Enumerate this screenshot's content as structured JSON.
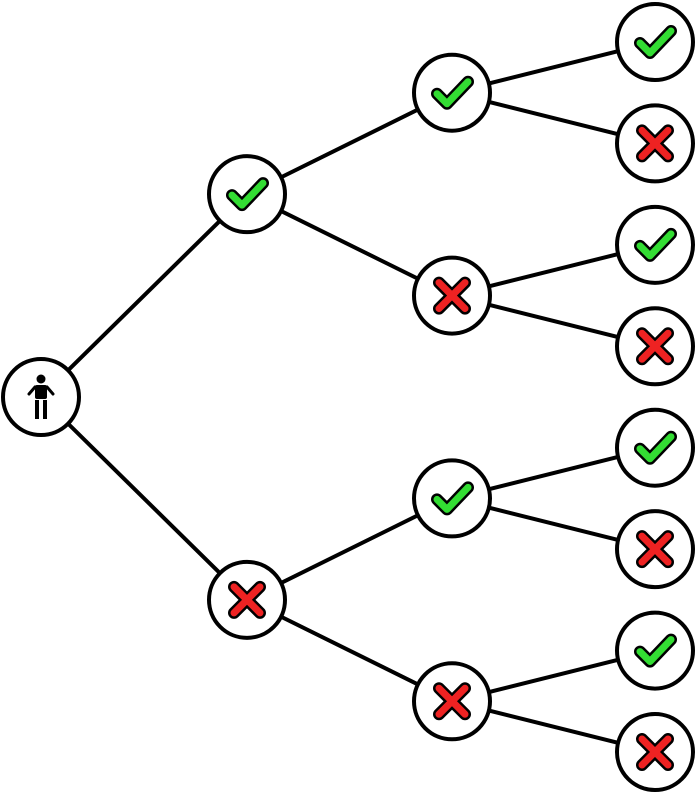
{
  "diagram": {
    "type": "binary-decision-tree",
    "root": {
      "icon": "person-icon"
    },
    "levels": [
      [
        "check",
        "cross"
      ],
      [
        "check",
        "cross",
        "check",
        "cross"
      ],
      [
        "check",
        "cross",
        "check",
        "cross",
        "check",
        "cross",
        "check",
        "cross"
      ]
    ]
  },
  "colors": {
    "check": "#33dd33",
    "cross": "#ee2222",
    "outline": "#000000",
    "background": "#ffffff"
  }
}
